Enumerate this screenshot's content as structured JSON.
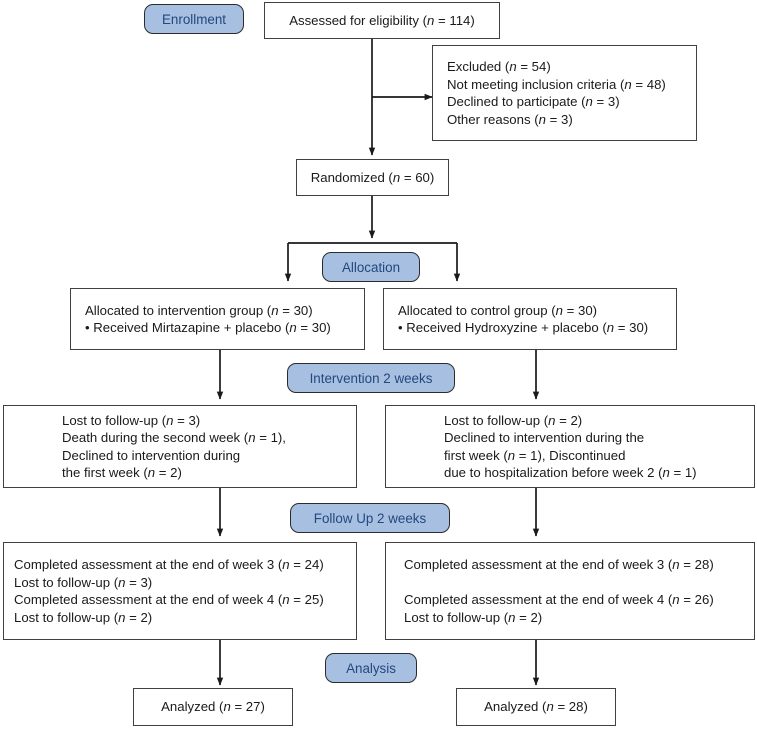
{
  "figure": {
    "type": "consort-flow-diagram",
    "accent_badge_fill": "#a7c0e2",
    "accent_badge_text": "#24477e",
    "box_border": "#404040"
  },
  "stages": {
    "enrollment": "Enrollment",
    "allocation": "Allocation",
    "intervention": "Intervention 2 weeks",
    "followup": "Follow Up 2 weeks",
    "analysis": "Analysis"
  },
  "boxes": {
    "assessed": {
      "lines": [
        "Assessed for eligibility (n = 114)"
      ]
    },
    "excluded": {
      "lines": [
        "Excluded (n = 54)",
        "Not meeting inclusion criteria (n = 48)",
        "Declined to participate (n = 3)",
        "Other reasons (n = 3)"
      ]
    },
    "randomized": {
      "lines": [
        "Randomized (n = 60)"
      ]
    },
    "allocated_intervention": {
      "lines": [
        "Allocated to intervention group (n = 30)",
        "• Received Mirtazapine + placebo (n = 30)"
      ]
    },
    "allocated_control": {
      "lines": [
        "Allocated to control group (n = 30)",
        "• Received Hydroxyzine + placebo (n = 30)"
      ]
    },
    "followup_intervention": {
      "lines": [
        "Lost to follow-up (n = 3)",
        "Death during the second week (n = 1),",
        "Declined to intervention during",
        "the first week (n = 2)"
      ]
    },
    "followup_control": {
      "lines": [
        "Lost to follow-up (n = 2)",
        "Declined to intervention during the",
        "first week (n = 1), Discontinued",
        "due to hospitalization before week 2 (n = 1)"
      ]
    },
    "assessment_intervention": {
      "lines": [
        "Completed assessment at the end of week 3 (n = 24)",
        "Lost to follow-up (n = 3)",
        "Completed assessment at the end of week 4 (n = 25)",
        "Lost to follow-up (n = 2)"
      ]
    },
    "assessment_control": {
      "lines": [
        "Completed assessment at the end of week 3 (n = 28)",
        "",
        "Completed assessment at the end of week 4 (n = 26)",
        "Lost to follow-up (n = 2)"
      ]
    },
    "analyzed_intervention": {
      "lines": [
        "Analyzed (n = 27)"
      ]
    },
    "analyzed_control": {
      "lines": [
        "Analyzed (n = 28)"
      ]
    }
  }
}
